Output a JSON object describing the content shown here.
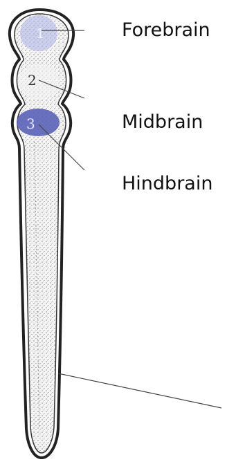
{
  "labels": {
    "forebrain": "Forebrain",
    "midbrain": "Midbrain",
    "hindbrain": "Hindbrain"
  },
  "region_numbers": {
    "one": "1",
    "two": "2",
    "three": "3"
  },
  "colors": {
    "outline": "#222222",
    "forebrain_fill": "#aab3e6",
    "hindbrain_fill": "#5a63b8",
    "tissue_fill": "#f3f3f3",
    "leader_line": "#444444"
  }
}
